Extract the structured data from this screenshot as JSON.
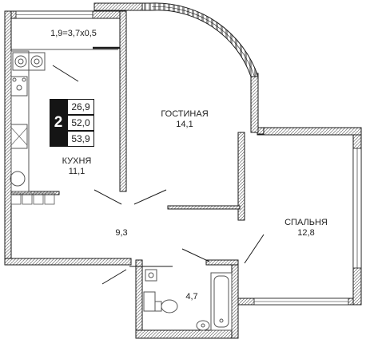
{
  "rooms": {
    "balcony": {
      "label": "1,9=3,7х0,5"
    },
    "kitchen": {
      "name": "КУХНЯ",
      "area": "11,1"
    },
    "living": {
      "name": "ГОСТИНАЯ",
      "area": "14,1"
    },
    "bedroom": {
      "name": "СПАЛЬНЯ",
      "area": "12,8"
    },
    "hall": {
      "area": "9,3"
    },
    "bathroom": {
      "area": "4,7"
    }
  },
  "badge": {
    "rooms_count": "2",
    "areas": [
      "26,9",
      "52,0",
      "53,9"
    ]
  },
  "colors": {
    "wall": "#1a1a1a",
    "hatch": "#7a7a7a",
    "fixture": "#555555"
  }
}
